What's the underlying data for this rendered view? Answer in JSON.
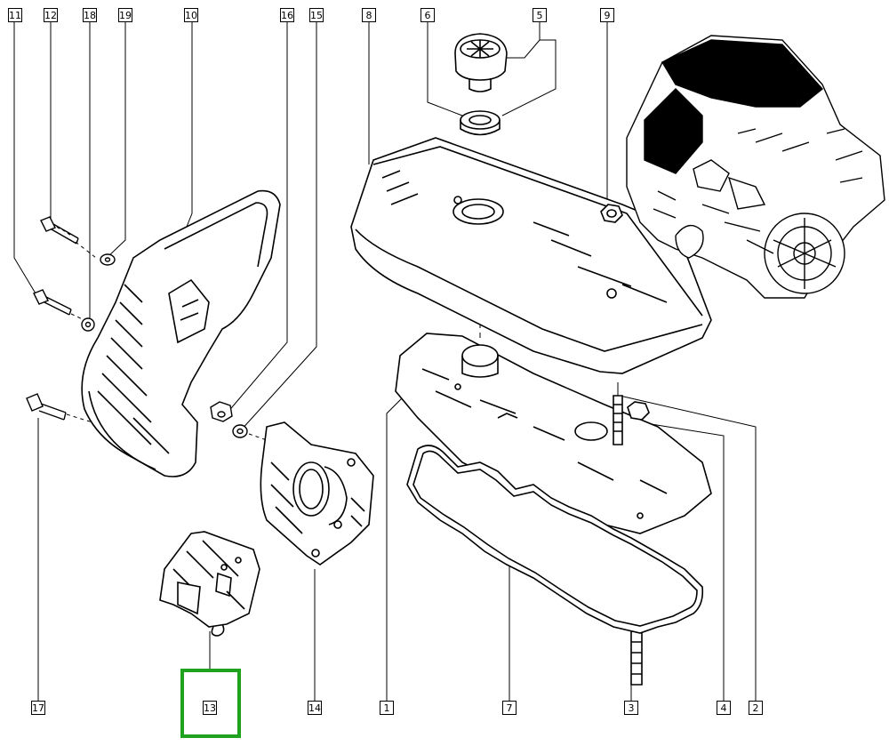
{
  "callouts": [
    "11",
    "12",
    "18",
    "19",
    "10",
    "16",
    "15",
    "8",
    "6",
    "5",
    "9",
    "17",
    "13",
    "14",
    "1",
    "7",
    "3",
    "4",
    "2"
  ],
  "highlight": {
    "label": "13",
    "color": "#1fa31f"
  },
  "parts": {
    "bolt-icon": "bolt",
    "washer-icon": "washer",
    "timing-cover": "timing-belt-cover",
    "valve-cover": "cylinder-head-cover",
    "oil-filler-cap": "oil-filler-cap",
    "cap-seal": "cap-seal-ring",
    "gasket": "cover-gasket",
    "baffle": "oil-baffle-plate",
    "stud": "stud",
    "nut": "nut",
    "engine": "engine-assembly",
    "bracket": "bracket",
    "housing": "thermostat-housing"
  }
}
